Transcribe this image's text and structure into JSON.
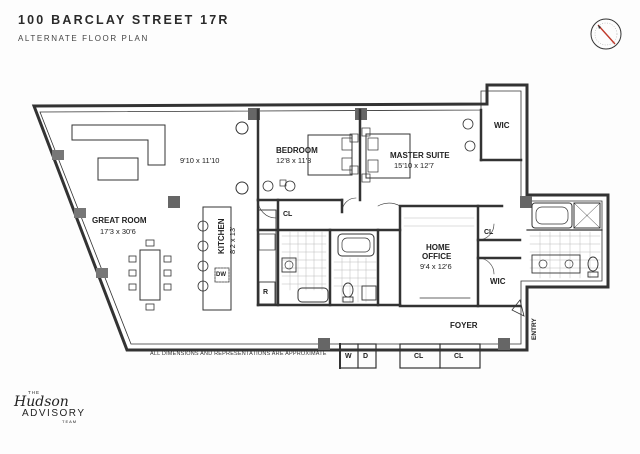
{
  "header": {
    "title": "100 BARCLAY STREET 17R",
    "subtitle": "ALTERNATE FLOOR PLAN"
  },
  "rooms": {
    "great_room": {
      "name": "GREAT ROOM",
      "dim": "17'3 x 30'6"
    },
    "living_dim": "9'10 x 11'10",
    "bedroom": {
      "name": "BEDROOM",
      "dim": "12'8 x 11'3"
    },
    "master_suite": {
      "name": "MASTER SUITE",
      "dim": "15'10 x 12'7"
    },
    "kitchen": {
      "name": "KITCHEN",
      "dim": "8'2 x 13'"
    },
    "home_office": {
      "name": "HOME OFFICE",
      "name_line1": "HOME",
      "name_line2": "OFFICE",
      "dim": "9'4 x 12'6"
    },
    "foyer": "FOYER",
    "entry": "ENTRY",
    "wic_top": "WIC",
    "wic_bottom": "WIC",
    "cl_bedroom": "CL",
    "cl_office": "CL",
    "cl_foyer_1": "CL",
    "cl_foyer_2": "CL",
    "washer": "W",
    "dryer": "D",
    "dishwasher": "DW",
    "fridge": "R"
  },
  "note": "ALL DIMENSIONS AND REPRESENTATIONS ARE APPROXIMATE",
  "brand": {
    "the": "THE",
    "name": "Hudson",
    "advisory": "ADVISORY",
    "team": "TEAM"
  }
}
